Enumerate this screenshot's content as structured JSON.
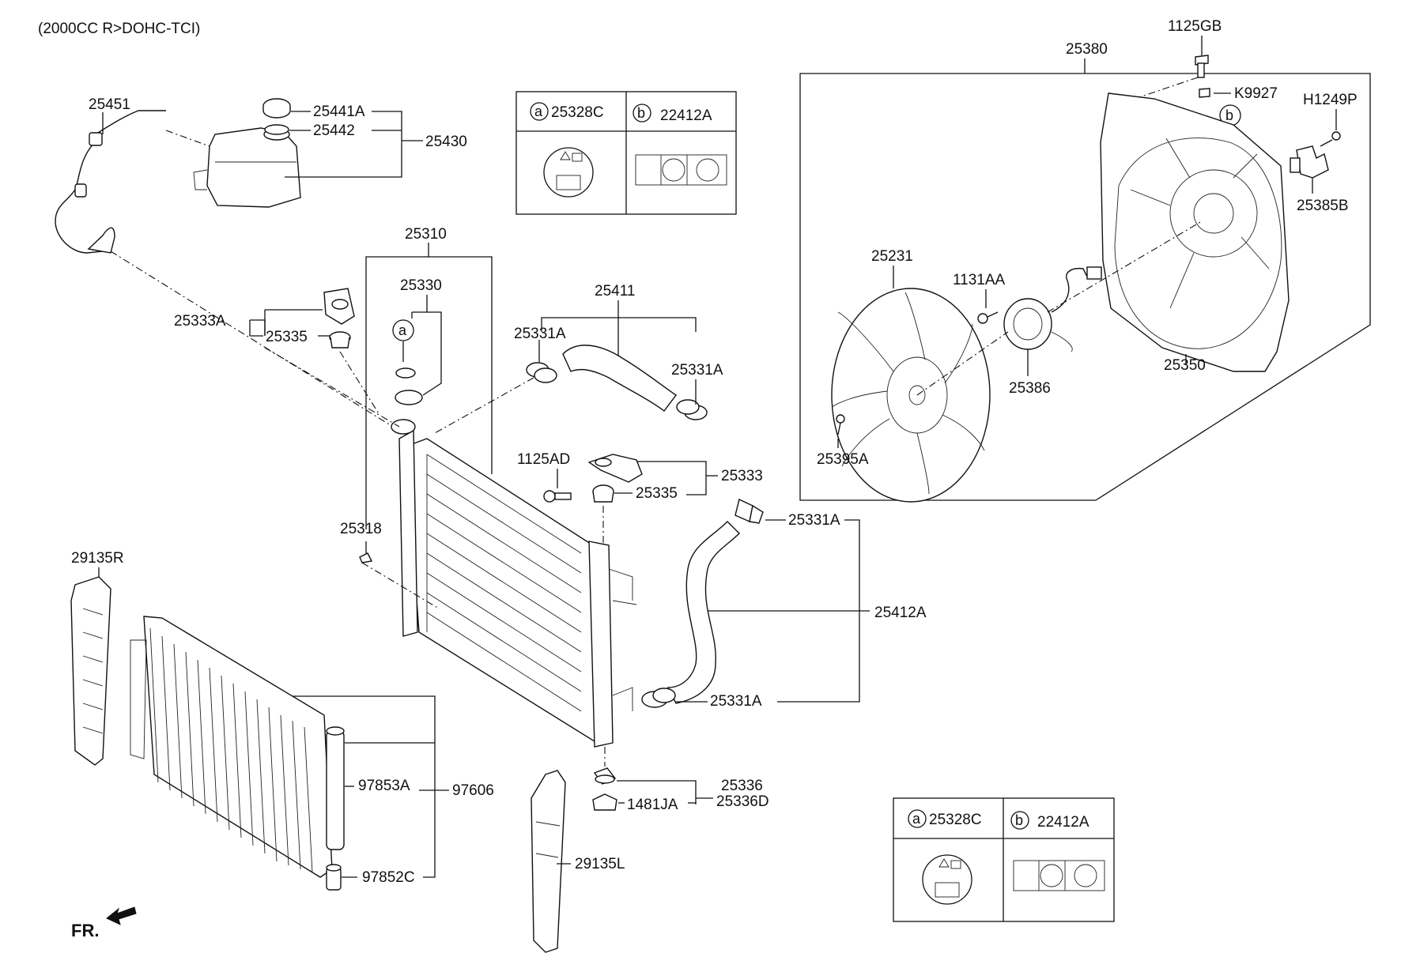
{
  "header": {
    "engine": "(2000CC R>DOHC-TCI)"
  },
  "labels": {
    "p25451": "25451",
    "p25441A": "25441A",
    "p25442": "25442",
    "p25430": "25430",
    "p25310": "25310",
    "p25330": "25330",
    "p25333A": "25333A",
    "p25335a": "25335",
    "p25411": "25411",
    "p25331A_1": "25331A",
    "p25331A_2": "25331A",
    "p1125AD": "1125AD",
    "p25333": "25333",
    "p25335b": "25335",
    "p25318": "25318",
    "p25331A_3": "25331A",
    "p25412A": "25412A",
    "p25331A_4": "25331A",
    "p29135R": "29135R",
    "p97853A": "97853A",
    "p97606": "97606",
    "p97852C": "97852C",
    "p25336": "25336",
    "p25336D": "25336D",
    "p1481JA": "1481JA",
    "p29135L": "29135L",
    "p25380": "25380",
    "p1125GB": "1125GB",
    "pK9927": "K9927",
    "pH1249P": "H1249P",
    "p25385B": "25385B",
    "p25231": "25231",
    "p1131AA": "1131AA",
    "p25386": "25386",
    "p25350": "25350",
    "p25395A": "25395A",
    "markA": "a",
    "markB": "b",
    "fr": "FR."
  },
  "legend_top": {
    "a_code": "25328C",
    "b_code": "22412A",
    "a_mark": "a",
    "b_mark": "b"
  },
  "legend_bottom": {
    "a_code": "25328C",
    "b_code": "22412A",
    "a_mark": "a",
    "b_mark": "b"
  }
}
